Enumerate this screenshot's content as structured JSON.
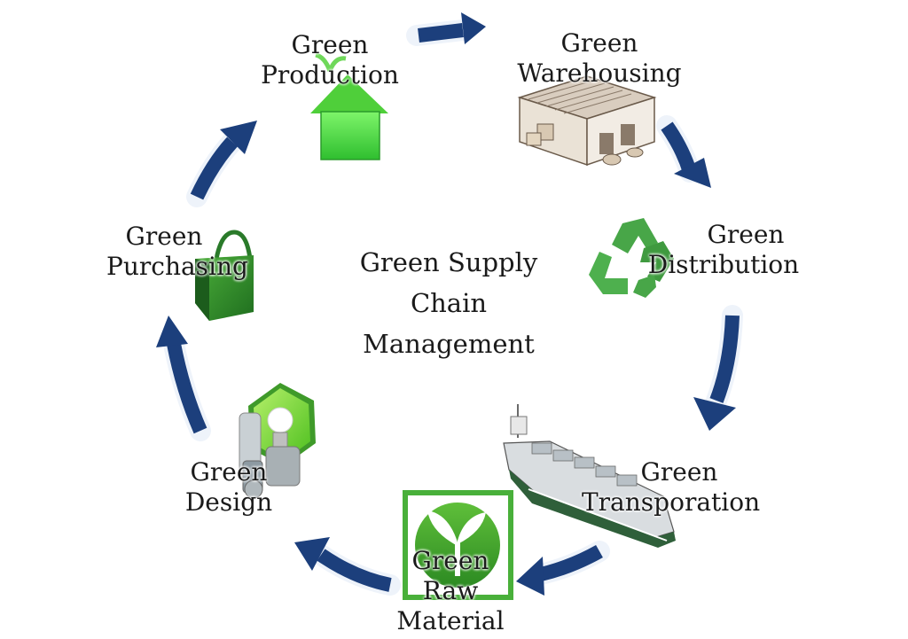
{
  "title": [
    "Green Supply",
    "Chain",
    "Management"
  ],
  "stages": {
    "production": [
      "Green",
      "Production"
    ],
    "warehousing": [
      "Green",
      "Warehousing"
    ],
    "distribution": [
      "Green",
      "Distribution"
    ],
    "transportation": [
      "Green",
      "Transporation"
    ],
    "raw_material": [
      "Green",
      "Raw",
      "Material"
    ],
    "design": [
      "Green",
      "Design"
    ],
    "purchasing": [
      "Green",
      "Purchasing"
    ]
  },
  "colors": {
    "arrow": "#1c3f7c",
    "arrow_glow": "#eef3fa",
    "green_bright": "#5fe04a",
    "green_dark": "#2e8b2e",
    "recycle": "#48a648"
  }
}
